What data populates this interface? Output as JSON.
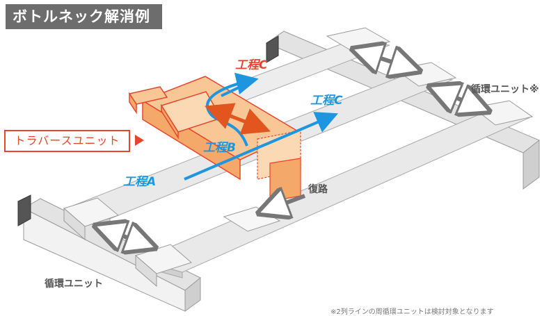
{
  "title": "ボトルネック解消例",
  "traverse_label": "トラバースユニット",
  "process_a": "工程A",
  "process_b": "工程B",
  "process_c_upper": "工程C",
  "process_c_lower": "工程C",
  "return_path": "復路",
  "circ_unit_right": "循環ユニット※",
  "circ_unit_left": "循環ユニット",
  "footnote": "※2列ラインの周循環ユニットは検討対象となります",
  "colors": {
    "accent_red": "#e8452b",
    "flow_blue": "#1e95df",
    "traverse_fill": "#f9c796",
    "rail_gray": "#e6e6e6"
  }
}
